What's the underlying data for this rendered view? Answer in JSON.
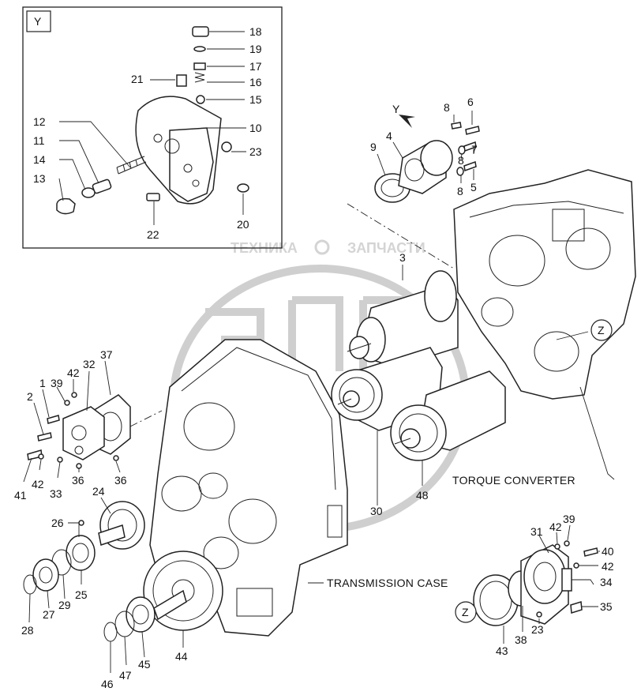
{
  "watermark": {
    "left_word": "ТЕХНИКА",
    "right_word": "ЗАПЧАСТИ",
    "logo": "ЭПП"
  },
  "inset": {
    "title": "Y",
    "part_numbers": [
      "18",
      "19",
      "17",
      "16",
      "15",
      "21",
      "10",
      "12",
      "11",
      "23",
      "14",
      "13",
      "22",
      "20"
    ]
  },
  "view_markers": {
    "y_arrow": "Y",
    "z_upper": "Z",
    "z_lower": "Z"
  },
  "captions": {
    "torque_converter": "TORQUE CONVERTER",
    "transmission_case": "TRANSMISSION CASE"
  },
  "main_part_numbers": {
    "upper": [
      "8",
      "6",
      "9",
      "4",
      "7",
      "8",
      "8",
      "5",
      "3"
    ],
    "left": [
      "37",
      "32",
      "42",
      "39",
      "2",
      "1",
      "42",
      "41",
      "33",
      "36",
      "36",
      "24",
      "26",
      "25",
      "29",
      "27",
      "28",
      "30",
      "48",
      "44",
      "45",
      "47",
      "46"
    ],
    "lower_right": [
      "39",
      "31",
      "42",
      "40",
      "42",
      "34",
      "35",
      "23",
      "38",
      "43"
    ]
  },
  "colors": {
    "line": "#222222",
    "watermark": "#cfcfcf",
    "background": "#ffffff"
  }
}
